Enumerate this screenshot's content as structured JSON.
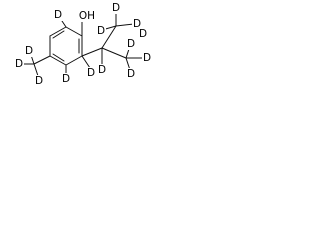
{
  "molecule": {
    "atoms": [
      {
        "id": "oh",
        "label": "OH"
      },
      {
        "id": "d_ring_top",
        "label": "D"
      },
      {
        "id": "d_ring_lower1",
        "label": "D"
      },
      {
        "id": "d_ring_lower2",
        "label": "D"
      },
      {
        "id": "d_me_1",
        "label": "D"
      },
      {
        "id": "d_me_2",
        "label": "D"
      },
      {
        "id": "d_me_3",
        "label": "D"
      },
      {
        "id": "d_ipr_a",
        "label": "D"
      },
      {
        "id": "d_ipr_b",
        "label": "D"
      },
      {
        "id": "d_ipr_c",
        "label": "D"
      },
      {
        "id": "d_ipr_d",
        "label": "D"
      },
      {
        "id": "d_ipr_e",
        "label": "D"
      },
      {
        "id": "d_ipr_f",
        "label": "D"
      },
      {
        "id": "d_ipr_g",
        "label": "D"
      },
      {
        "id": "d_ipr_h",
        "label": "D"
      }
    ]
  }
}
